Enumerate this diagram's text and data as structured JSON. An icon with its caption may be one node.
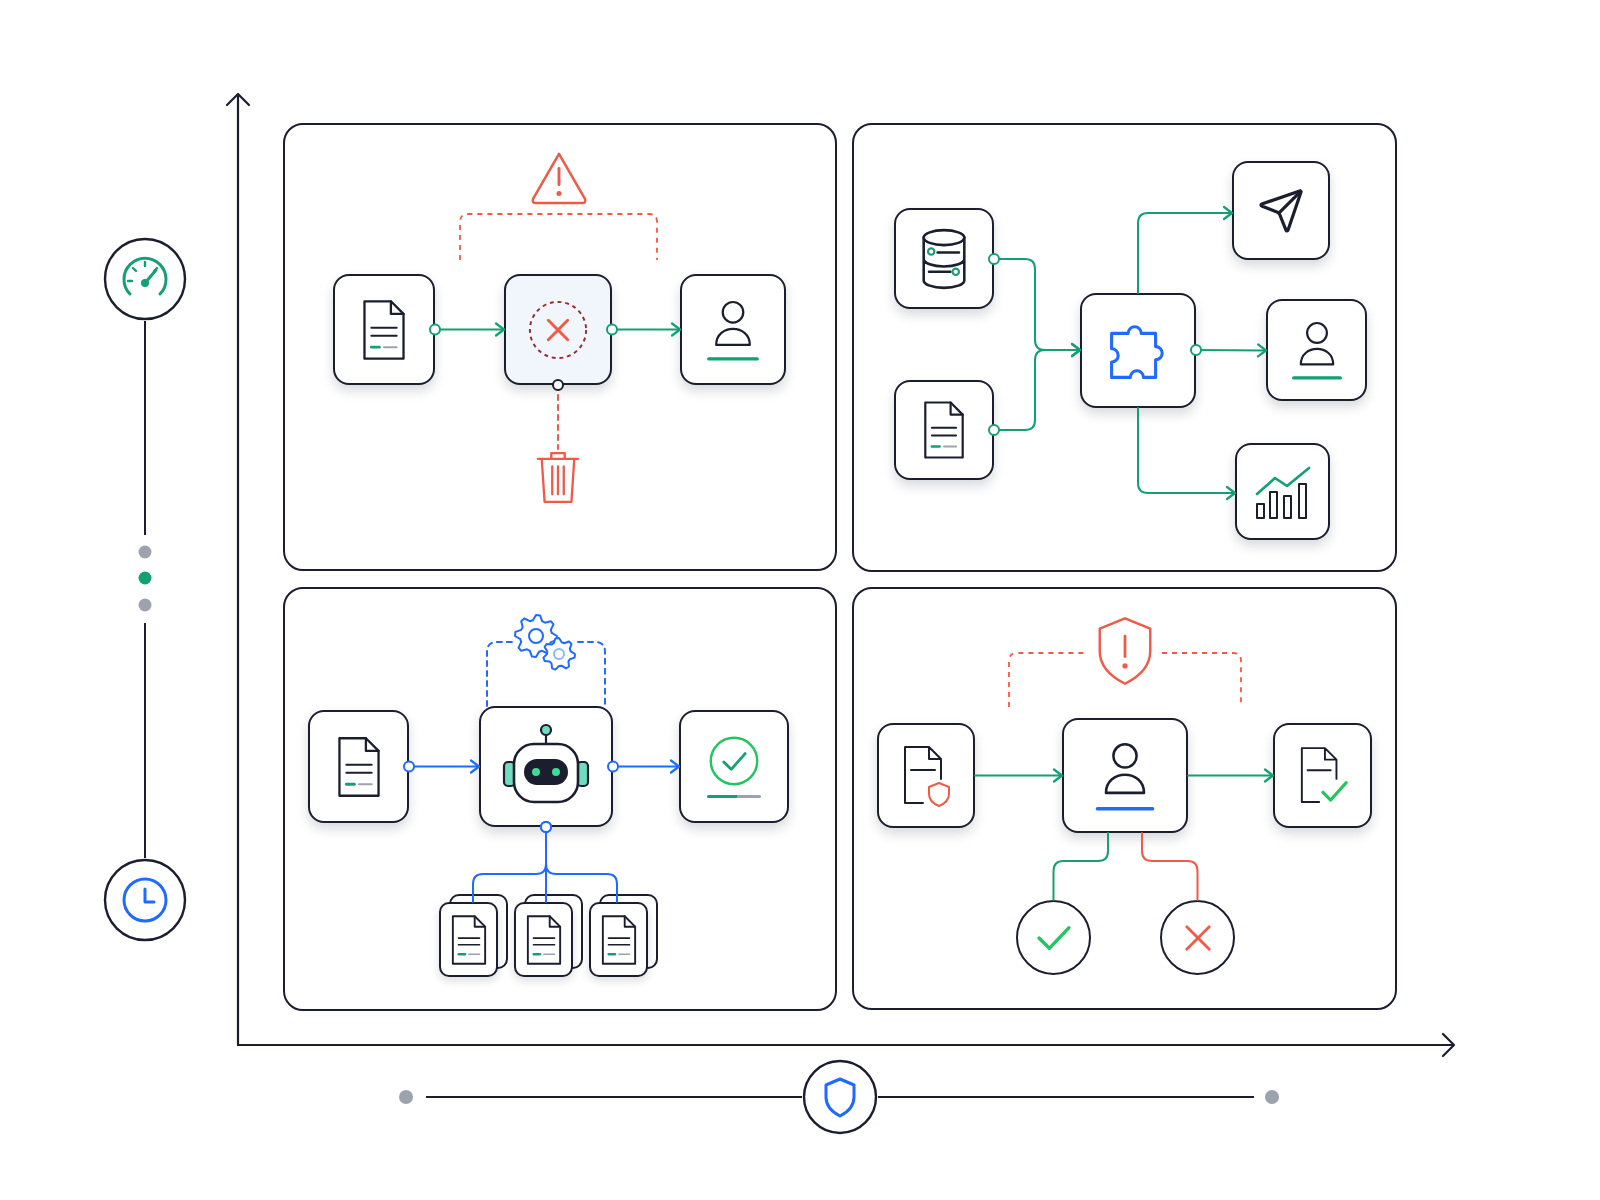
{
  "diagram": {
    "nodes": [
      {
        "text": [],
        "shape": "box"
      },
      {
        "text": [],
        "shape": "box",
        "in": 0
      },
      {
        "text": [],
        "shape": "box",
        "in": 0
      },
      {
        "text": [],
        "shape": "box",
        "in": 0
      },
      {
        "text": [],
        "shape": "picture",
        "in": 0
      },
      {
        "text": [],
        "shape": "box"
      },
      {
        "text": [],
        "shape": "box",
        "in": 5
      },
      {
        "text": [],
        "shape": "box",
        "in": 5
      },
      {
        "text": [],
        "shape": "box",
        "in": 5
      },
      {
        "text": [],
        "shape": "box",
        "in": 5
      },
      {
        "text": [],
        "shape": "box",
        "in": 5
      },
      {
        "text": [],
        "shape": "box",
        "in": 5
      },
      {
        "text": [],
        "shape": "box"
      },
      {
        "text": [],
        "shape": "picture",
        "in": 12
      },
      {
        "text": [],
        "shape": "box",
        "in": 12
      },
      {
        "text": [],
        "shape": "box",
        "in": 12
      },
      {
        "text": [],
        "shape": "box",
        "in": 12
      },
      {
        "text": [],
        "shape": "box",
        "in": 12
      },
      {
        "text": [],
        "shape": "box",
        "in": 12
      },
      {
        "text": [],
        "shape": "box",
        "in": 12
      },
      {
        "text": [],
        "shape": "box"
      },
      {
        "text": [],
        "shape": "box",
        "in": 20
      },
      {
        "text": [],
        "shape": "box",
        "in": 20
      },
      {
        "text": [],
        "shape": "box",
        "in": 20
      },
      {
        "text": [],
        "shape": "circle",
        "in": 20
      },
      {
        "text": [],
        "shape": "circle",
        "in": 20
      }
    ],
    "edges": [
      {
        "from": 1,
        "to": 2,
        "arrow": "to"
      },
      {
        "from": 2,
        "to": 3,
        "arrow": "to"
      },
      {
        "from": 2,
        "to": 4,
        "arrow": "other",
        "style": "dashed",
        "color": "#f05a47"
      },
      {
        "from": 6,
        "to": 8,
        "arrow": "to"
      },
      {
        "from": 7,
        "to": 8,
        "arrow": "to"
      },
      {
        "from": 8,
        "to": 9,
        "arrow": "to"
      },
      {
        "from": 8,
        "to": 10,
        "arrow": "to"
      },
      {
        "from": 8,
        "to": 11,
        "arrow": "to"
      },
      {
        "from": 14,
        "to": 15,
        "arrow": "to",
        "color": "#1f6bff"
      },
      {
        "from": 15,
        "to": 16,
        "arrow": "to",
        "color": "#1f6bff"
      },
      {
        "from": 15,
        "to": 13,
        "arrow": "none",
        "style": "dashed",
        "color": "#1f6bff"
      },
      {
        "from": 13,
        "to": 15,
        "arrow": "none",
        "style": "dashed",
        "color": "#1f6bff"
      },
      {
        "from": 15,
        "to": 17,
        "arrow": "other",
        "color": "#1f6bff"
      },
      {
        "from": 15,
        "to": 18,
        "arrow": "other",
        "color": "#1f6bff"
      },
      {
        "from": 15,
        "to": 19,
        "arrow": "other",
        "color": "#1f6bff"
      },
      {
        "from": 21,
        "to": 22,
        "arrow": "to"
      },
      {
        "from": 22,
        "to": 23,
        "arrow": "to"
      },
      {
        "from": 22,
        "to": 24,
        "arrow": "none"
      },
      {
        "from": 22,
        "to": 25,
        "arrow": "none",
        "color": "#f05a47"
      }
    ]
  }
}
